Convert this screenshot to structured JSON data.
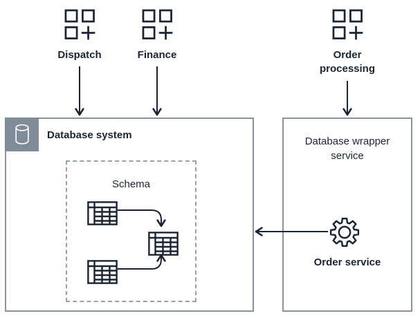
{
  "colors": {
    "ink": "#1b2433",
    "box_border": "#8a939e",
    "badge_bg": "#7f8b97",
    "badge_icon": "#ffffff",
    "dash_border": "#98a1aa",
    "background": "#ffffff"
  },
  "apps": {
    "dispatch": {
      "label": "Dispatch",
      "icon": "application-icon"
    },
    "finance": {
      "label": "Finance",
      "icon": "application-icon"
    },
    "order_processing": {
      "label": "Order processing",
      "icon": "application-icon"
    }
  },
  "database_system": {
    "title": "Database system",
    "badge_icon": "database-cylinder-icon",
    "schema": {
      "title": "Schema",
      "tables": [
        "table-icon",
        "table-icon",
        "table-icon"
      ],
      "relations": [
        "table-1 to table-3",
        "table-2 to table-3"
      ]
    }
  },
  "wrapper_service": {
    "title": "Database wrapper service",
    "order_service": {
      "label": "Order service",
      "icon": "gear-icon"
    }
  },
  "connections": [
    {
      "from": "Dispatch",
      "to": "Database system"
    },
    {
      "from": "Finance",
      "to": "Database system"
    },
    {
      "from": "Order processing",
      "to": "Database wrapper service"
    },
    {
      "from": "Order service",
      "to": "Database system"
    }
  ]
}
